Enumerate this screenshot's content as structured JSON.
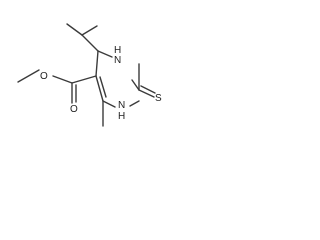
{
  "diagram": {
    "atom_labels": {
      "ester_oxygen": "O",
      "carbonyl_oxygen": "O",
      "nh_top": "N",
      "h_top": "H",
      "nh_bottom": "N",
      "h_bottom": "H",
      "thione_sulfur": "S"
    }
  }
}
